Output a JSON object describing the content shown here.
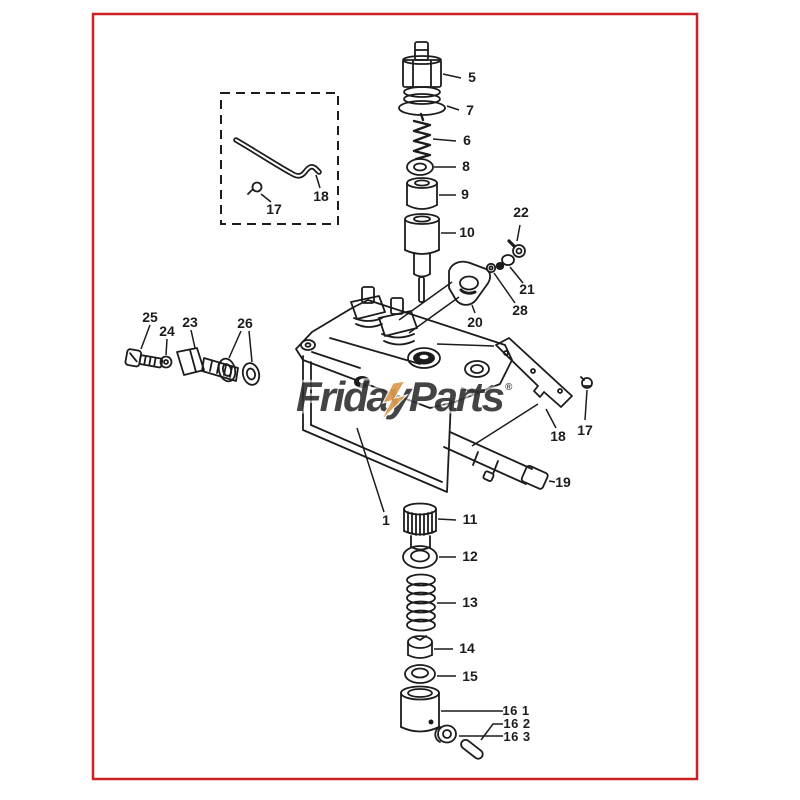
{
  "page": {
    "background": "#ffffff",
    "frame_color": "#cd2127",
    "ink_color": "#1c1c1c"
  },
  "watermark": {
    "text": "FridayParts",
    "registered_mark": "®",
    "blue": "#4678c4",
    "orange": "#dd9a4d"
  },
  "callouts": {
    "c5": "5",
    "c7": "7",
    "c6": "6",
    "c8": "8",
    "c9": "9",
    "c10": "10",
    "c22": "22",
    "c21": "21",
    "c28": "28",
    "c20": "20",
    "c17_box": "17",
    "c18_box": "18",
    "c25": "25",
    "c24": "24",
    "c23": "23",
    "c26": "26",
    "c18_right": "18",
    "c17_right": "17",
    "c19": "19",
    "c1": "1",
    "c11": "11",
    "c12": "12",
    "c13": "13",
    "c14": "14",
    "c15": "15",
    "c16_1": "16 1",
    "c16_2": "16 2",
    "c16_3": "16 3"
  }
}
